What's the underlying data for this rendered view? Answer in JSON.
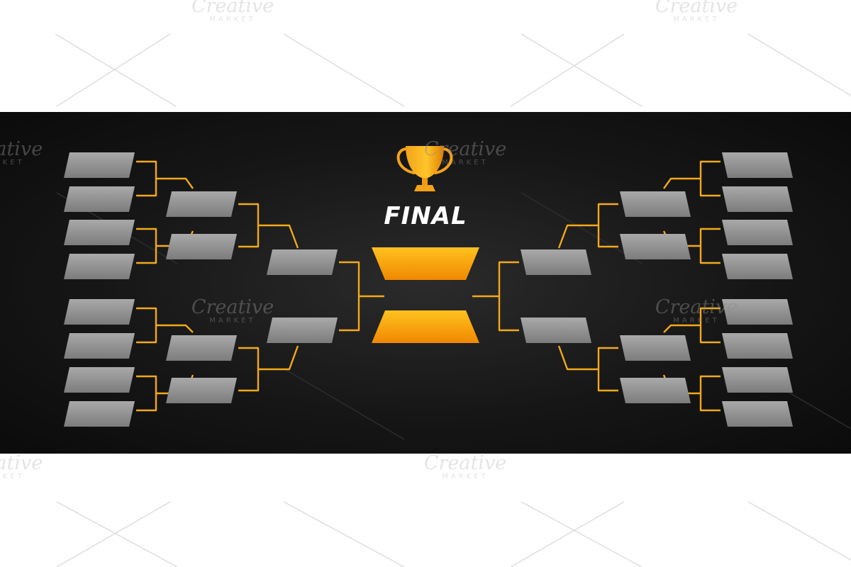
{
  "final": {
    "title": "FINAL"
  },
  "watermark": {
    "brand": "Creative",
    "sub": "MARKET"
  },
  "colors": {
    "background": "#ffffff",
    "band": "#141414",
    "connector": "#f3a91b",
    "slot_light": "#a6a6a6",
    "slot_dark": "#7d7d7d",
    "gold_light": "#ffc11f",
    "gold_dark": "#f08a00"
  },
  "icons": {
    "trophy": "trophy-icon"
  }
}
